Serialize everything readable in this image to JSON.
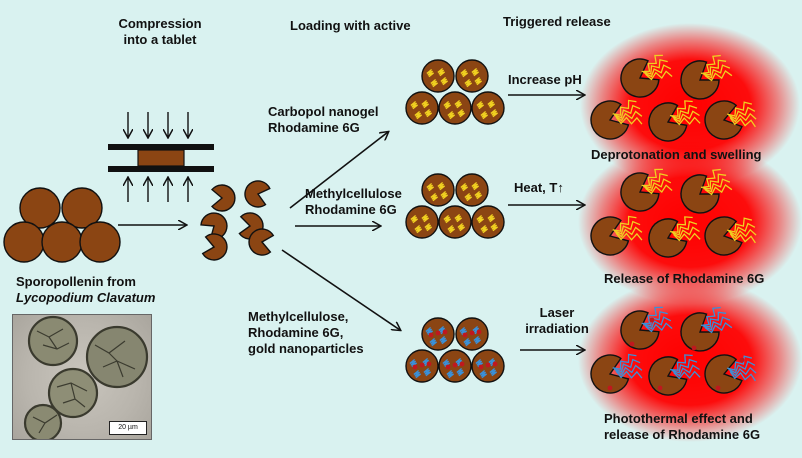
{
  "headers": {
    "compression": [
      "Compression",
      "into a tablet"
    ],
    "loading": "Loading with active",
    "release": "Triggered release"
  },
  "source": {
    "line1": "Sporopollenin from",
    "line2": "Lycopodium Clavatum",
    "scale_bar": "20 µm"
  },
  "loads": {
    "carbopol": [
      "Carbopol nanogel",
      "Rhodamine 6G"
    ],
    "methylcellulose": [
      "Methylcellulose",
      "Rhodamine 6G"
    ],
    "gold": [
      "Methylcellulose,",
      "Rhodamine 6G,",
      "gold nanoparticles"
    ]
  },
  "triggers": {
    "ph": "Increase pH",
    "heat": "Heat, T↑",
    "laser": [
      "Laser",
      "irradiation"
    ]
  },
  "outcomes": {
    "ph": "Deprotonation and swelling",
    "heat": "Release of Rhodamine 6G",
    "laser": [
      "Photothermal effect and",
      "release of Rhodamine 6G"
    ]
  },
  "colors": {
    "background": "#d9f2f0",
    "spore": "#8b4513",
    "glow": "#ff0000",
    "rhodamine_line": "#f0d020",
    "gold_particle": "#c0181e",
    "laser_line": "#3a90d8"
  }
}
